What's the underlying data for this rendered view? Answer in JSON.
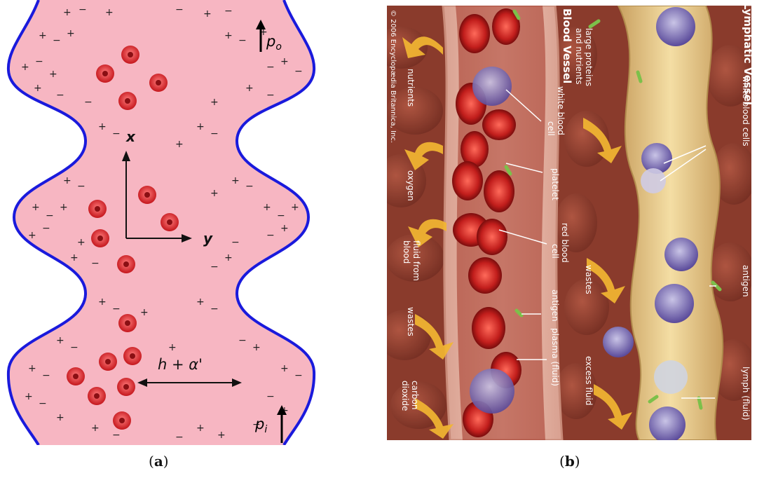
{
  "panel_a": {
    "label_po": "p",
    "label_po_sub": "o",
    "label_pi": "p",
    "label_pi_sub": "i",
    "axis_x": "x",
    "axis_y": "y",
    "width_label": "h + α'",
    "caption_open": "(",
    "caption_letter": "a",
    "caption_close": ")",
    "colors": {
      "fluid": "#f7b6c2",
      "wall": "#1a1adc",
      "cell": "#e0262b"
    }
  },
  "panel_b": {
    "copyright": "© 2006 Encyclopædia Britannica, Inc.",
    "blood_vessel_title": "Blood Vessel",
    "lymphatic_vessel_title": "Lymphatic Vessel",
    "labels": {
      "nutrients": "nutrients",
      "oxygen": "oxygen",
      "fluid_from_blood_1": "fluid from",
      "fluid_from_blood_2": "blood",
      "wastes_left": "wastes",
      "carbon_dioxide_1": "carbon",
      "carbon_dioxide_2": "dioxide",
      "large_proteins_1": "large proteins",
      "large_proteins_2": "and nutrients",
      "white_blood_cell_1": "white blood",
      "white_blood_cell_2": "cell",
      "platelet": "platelet",
      "red_blood_cell_1": "red blood",
      "red_blood_cell_2": "cell",
      "wastes_mid": "wastes",
      "antigen_mid": "antigen",
      "plasma": "plasma (fluid)",
      "excess_fluid": "excess fluid",
      "white_blood_cells": "white blood cells",
      "antigen_right": "antigen",
      "lymph": "lymph (fluid)"
    },
    "caption_open": "(",
    "caption_letter": "b",
    "caption_close": ")",
    "colors": {
      "tissue": "#8a3b2c",
      "lymph": "#e6c98a",
      "rbc": "#b8201e",
      "arrow": "#f2b632"
    }
  }
}
